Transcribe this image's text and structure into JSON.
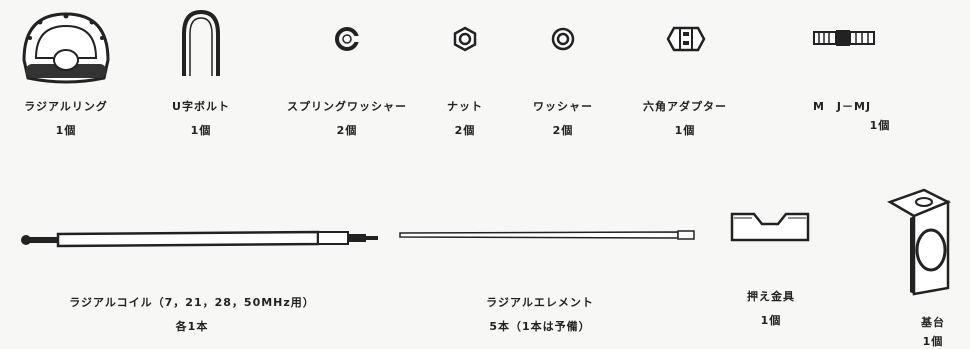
{
  "parts": [
    {
      "id": "radial-ring",
      "name": "ラジアルリング",
      "qty": "1個"
    },
    {
      "id": "u-bolt",
      "name": "U字ボルト",
      "qty": "1個"
    },
    {
      "id": "spring-washer",
      "name": "スプリングワッシャー",
      "qty": "2個"
    },
    {
      "id": "nut",
      "name": "ナット",
      "qty": "2個"
    },
    {
      "id": "washer",
      "name": "ワッシャー",
      "qty": "2個"
    },
    {
      "id": "hex-adapter",
      "name": "六角アダプター",
      "qty": "1個"
    },
    {
      "id": "mj-mj",
      "name": "M　J－MJ",
      "qty": "1個"
    },
    {
      "id": "radial-coil",
      "name": "ラジアルコイル（7，21，28，50MHz用）",
      "qty": "各1本"
    },
    {
      "id": "radial-element",
      "name": "ラジアルエレメント",
      "qty": "5本（1本は予備）"
    },
    {
      "id": "clamp",
      "name": "押え金具",
      "qty": "1個"
    },
    {
      "id": "base",
      "name": "基台",
      "qty": "1個"
    }
  ]
}
